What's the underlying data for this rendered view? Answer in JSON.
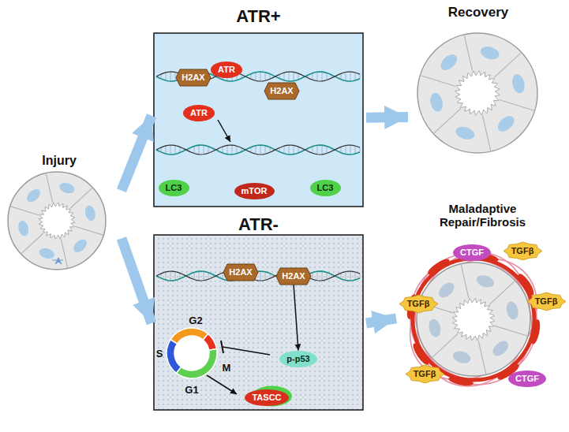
{
  "diagram": {
    "nodes": [
      {
        "text": [
          "Injury"
        ]
      },
      {
        "text": [
          "ATR+"
        ]
      },
      {
        "text": [
          "H2AX"
        ],
        "in": 1
      },
      {
        "text": [
          "ATR"
        ],
        "in": 1
      },
      {
        "text": [
          "ATR"
        ],
        "in": 1
      },
      {
        "text": [
          "H2AX"
        ],
        "in": 1
      },
      {
        "text": [
          "LC3"
        ],
        "in": 1
      },
      {
        "text": [
          "mTOR"
        ],
        "in": 1
      },
      {
        "text": [
          "LC3"
        ],
        "in": 1
      },
      {
        "text": [
          "Recovery"
        ]
      },
      {
        "text": [
          "ATR-"
        ]
      },
      {
        "text": [
          "H2AX"
        ],
        "in": 10
      },
      {
        "text": [
          "H2AX"
        ],
        "in": 10
      },
      {
        "text": [
          "p-p53"
        ],
        "in": 10
      },
      {
        "text": [
          "TASCC"
        ],
        "in": 10
      },
      {
        "text": [
          "Maladaptive Repair/Fibrosis"
        ]
      },
      {
        "text": [
          "CTGF"
        ],
        "in": 15
      },
      {
        "text": [
          "TGFβ"
        ],
        "in": 15
      },
      {
        "text": [
          "TGFβ"
        ],
        "in": 15
      },
      {
        "text": [
          "TGFβ"
        ],
        "in": 15
      },
      {
        "text": [
          "TGFβ"
        ],
        "in": 15
      },
      {
        "text": [
          "CTGF"
        ],
        "in": 15
      }
    ],
    "edges": [
      {
        "from": 0,
        "to": 1,
        "arrow": "to"
      },
      {
        "from": 0,
        "to": 10,
        "arrow": "to"
      },
      {
        "from": 1,
        "to": 9,
        "arrow": "to"
      },
      {
        "from": 10,
        "to": 15,
        "arrow": "to"
      },
      {
        "from": 12,
        "to": 13,
        "arrow": "to"
      }
    ],
    "labels": [
      "G2",
      "S",
      "M",
      "G1"
    ]
  }
}
